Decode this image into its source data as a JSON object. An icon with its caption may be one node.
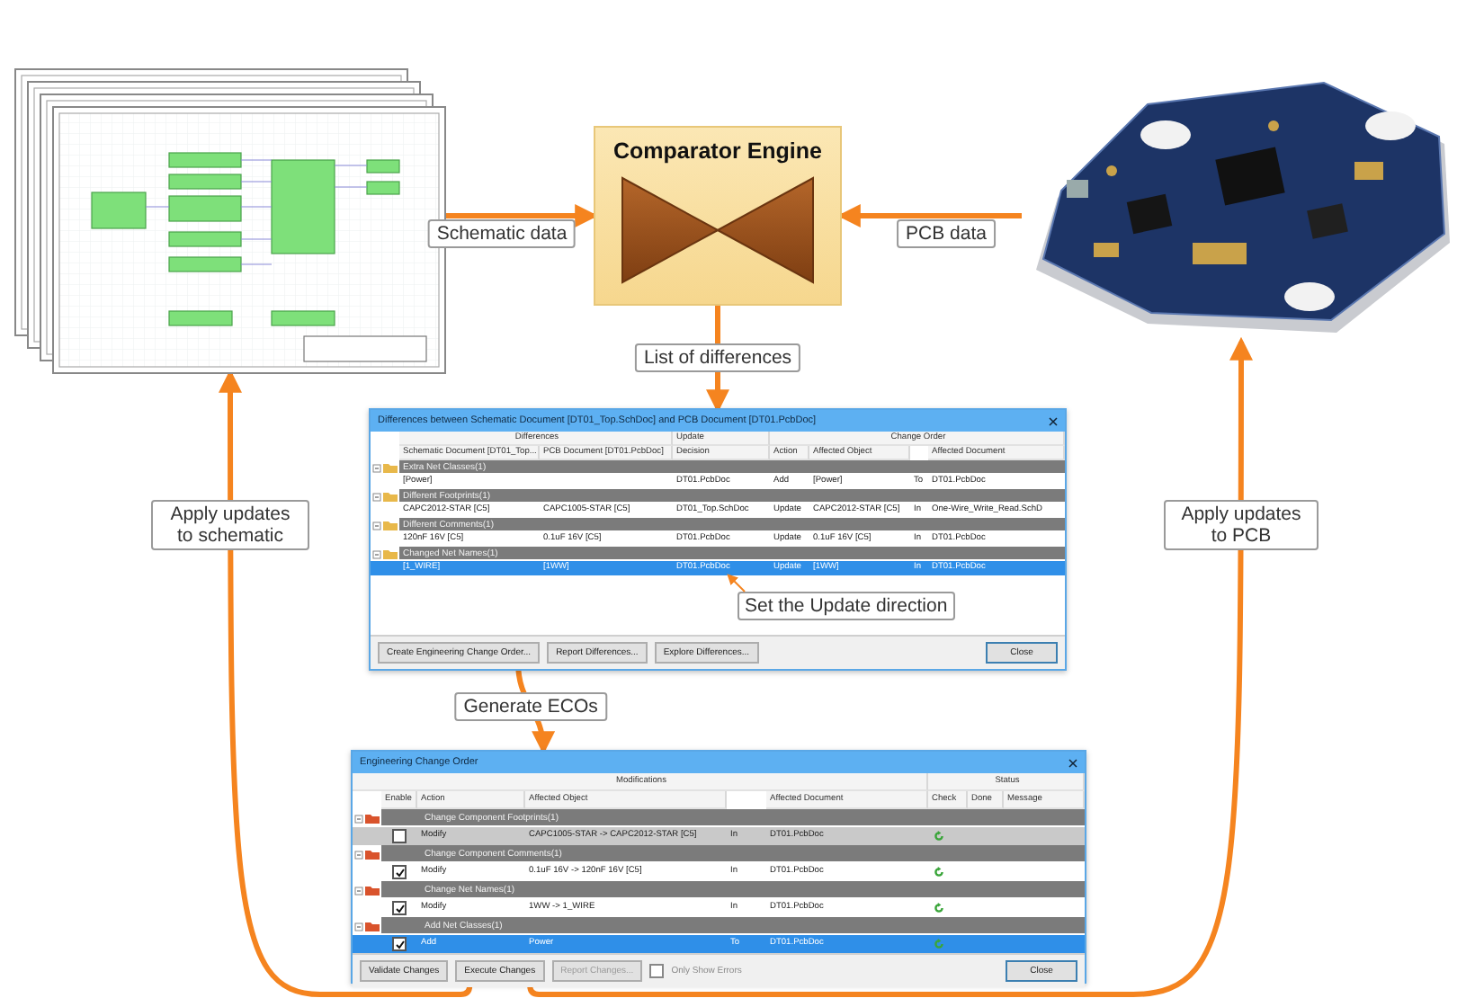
{
  "diagram": {
    "nodes": [
      {
        "text": [],
        "shape": "picture"
      },
      {
        "text": [
          "Comparator Engine"
        ]
      },
      {
        "text": [],
        "shape": "picture"
      },
      {
        "text": [
          "Differences between Schematic Document [DT01_Top.SchDoc] and PCB Document [DT01.PcbDoc]"
        ]
      },
      {
        "text": [
          "Create Engineering Change Order..."
        ],
        "in": 3
      },
      {
        "text": [
          "Engineering Change Order"
        ]
      },
      {
        "text": [
          "Execute Changes"
        ],
        "in": 5
      },
      {
        "text": [
          "Set the Update direction"
        ],
        "in": 3
      },
      {
        "text": [
          "DT01.PcbDoc"
        ],
        "in": 3
      },
      {
        "text": [
          "Report Differences..."
        ],
        "in": 3
      },
      {
        "text": [
          "Explore Differences..."
        ],
        "in": 3
      },
      {
        "text": [
          "Close"
        ],
        "in": 3
      },
      {
        "text": [
          "Validate Changes"
        ],
        "in": 5
      },
      {
        "text": [
          "Report Changes..."
        ],
        "in": 5
      },
      {
        "text": [
          "Close"
        ],
        "in": 5
      }
    ],
    "edges": [
      {
        "from": 0,
        "to": 1,
        "arrow": "to",
        "label": "Schematic data"
      },
      {
        "from": 2,
        "to": 1,
        "arrow": "to",
        "label": "PCB data"
      },
      {
        "from": 1,
        "to": 3,
        "arrow": "to",
        "label": "List of differences"
      },
      {
        "from": 7,
        "to": 8,
        "arrow": "to"
      },
      {
        "from": 4,
        "to": 5,
        "arrow": "to",
        "label": "Generate ECOs"
      },
      {
        "from": 6,
        "to": 0,
        "arrow": "to",
        "label": "Apply updates to schematic"
      },
      {
        "from": 6,
        "to": 2,
        "arrow": "to",
        "label": "Apply updates to PCB"
      }
    ],
    "labels": [
      "Differences",
      "Update",
      "Change Order",
      "Schematic Document [DT01_Top...",
      "PCB Document [DT01.PcbDoc]",
      "Decision",
      "Action",
      "Affected Object",
      "Affected Document",
      "Extra Net Classes(1)",
      "[Power]",
      "DT01.PcbDoc",
      "Add",
      "[Power]",
      "To",
      "DT01.PcbDoc",
      "Different Footprints(1)",
      "CAPC2012-STAR [C5]",
      "CAPC1005-STAR [C5]",
      "DT01_Top.SchDoc",
      "Update",
      "CAPC2012-STAR [C5]",
      "In",
      "One-Wire_Write_Read.SchD",
      "Different Comments(1)",
      "120nF 16V [C5]",
      "0.1uF 16V [C5]",
      "DT01.PcbDoc",
      "Update",
      "0.1uF 16V [C5]",
      "In",
      "DT01.PcbDoc",
      "Changed Net Names(1)",
      "[1_WIRE]",
      "[1WW]",
      "Update",
      "[1WW]",
      "In",
      "DT01.PcbDoc",
      "Modifications",
      "Status",
      "Enable",
      "Action",
      "Affected Object",
      "Affected Document",
      "Check",
      "Done",
      "Message",
      "Change Component Footprints(1)",
      "Modify",
      "CAPC1005-STAR -> CAPC2012-STAR [C5]",
      "In",
      "DT01.PcbDoc",
      "Change Component Comments(1)",
      "Modify",
      "0.1uF 16V -> 120nF 16V [C5]",
      "In",
      "DT01.PcbDoc",
      "Change Net Names(1)",
      "Modify",
      "1WW -> 1_WIRE",
      "In",
      "DT01.PcbDoc",
      "Add Net Classes(1)",
      "Add",
      "Power",
      "To",
      "DT01.PcbDoc",
      "Only Show Errors"
    ]
  }
}
